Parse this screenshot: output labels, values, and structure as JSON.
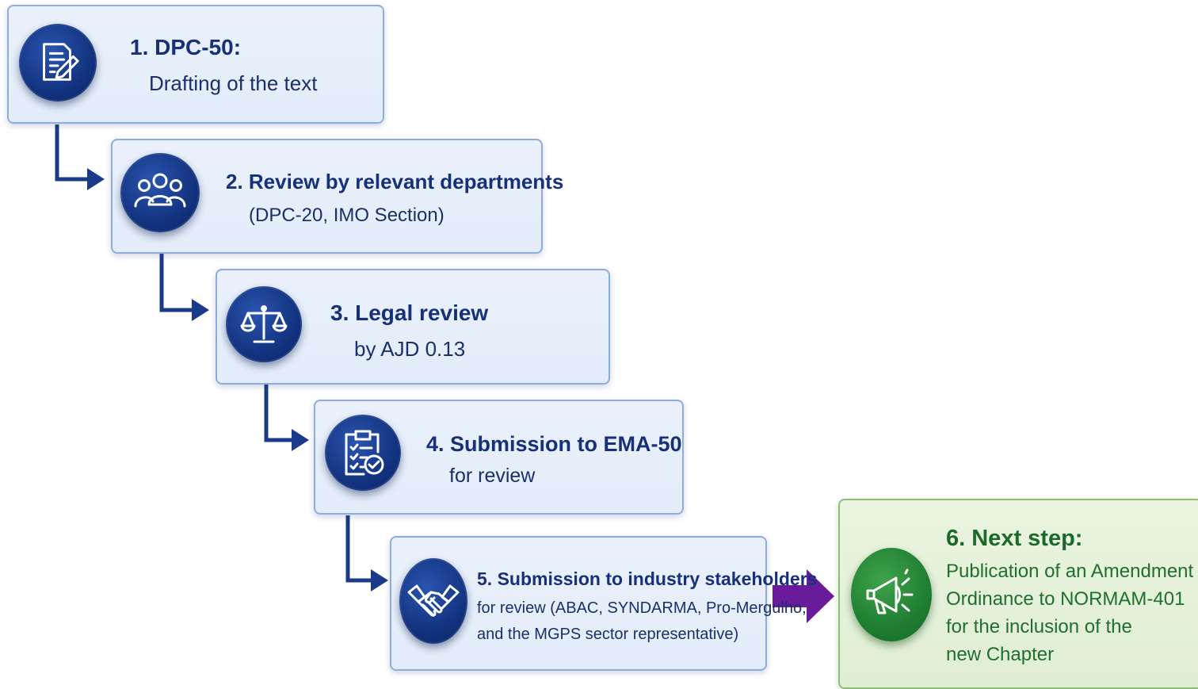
{
  "steps": [
    {
      "title": "1. DPC-50:",
      "subtitle": "Drafting of the text",
      "icon": "document-edit-icon"
    },
    {
      "title": "2. Review by relevant departments",
      "subtitle": "(DPC-20, IMO Section)",
      "icon": "people-group-icon"
    },
    {
      "title": "3. Legal review",
      "subtitle": "by AJD 0.13",
      "icon": "scales-icon"
    },
    {
      "title": "4. Submission to EMA-50",
      "subtitle": "for review",
      "icon": "clipboard-check-icon"
    },
    {
      "title": "5. Submission to industry stakeholders",
      "subtitle_lines": [
        "for review (ABAC, SYNDARMA, Pro-Mergulho,",
        "and the MGPS sector representative)"
      ],
      "icon": "handshake-icon"
    }
  ],
  "next_step": {
    "title": "6. Next step:",
    "lines": [
      "Publication of an Amendment",
      "Ordinance to NORMAM-401",
      "for the inclusion of the",
      "new Chapter"
    ],
    "icon": "megaphone-icon"
  },
  "colors": {
    "connector": "#1a3a8a",
    "final_arrow": "#6a1b9a",
    "step_border": "#8eaddc",
    "next_step_border": "#8cbf78"
  }
}
